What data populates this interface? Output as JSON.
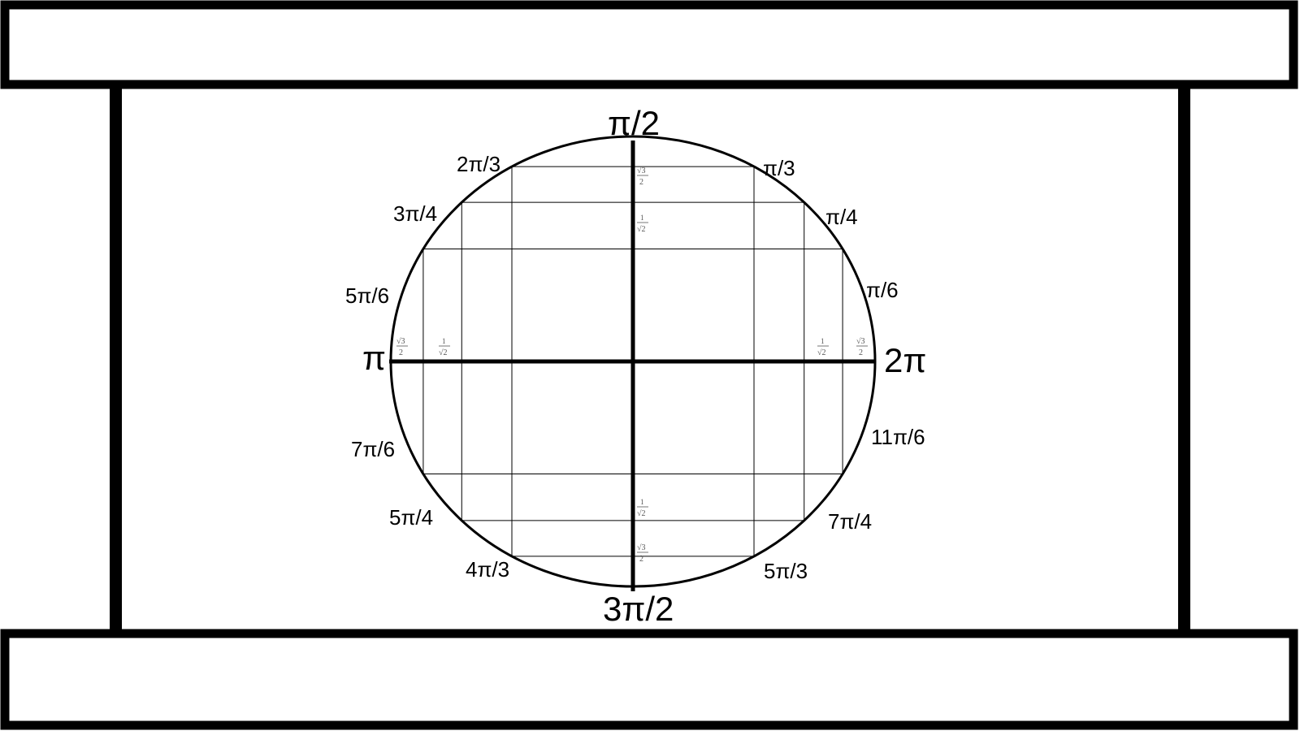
{
  "colors": {
    "background": "#ffffff",
    "frame": "#000000",
    "line": "#000000",
    "fraction": "#555555"
  },
  "frame": {
    "top_panel": "top-frame-panel",
    "bottom_panel": "bottom-frame-panel"
  },
  "unit_circle": {
    "axis_labels": {
      "top": "π/2",
      "bottom": "3π/2",
      "left": "π",
      "right": "2π"
    },
    "angle_labels": [
      {
        "id": "pi-3",
        "text": "π/3"
      },
      {
        "id": "pi-4",
        "text": "π/4"
      },
      {
        "id": "pi-6",
        "text": "π/6"
      },
      {
        "id": "2pi-3",
        "text": "2π/3"
      },
      {
        "id": "3pi-4",
        "text": "3π/4"
      },
      {
        "id": "5pi-6",
        "text": "5π/6"
      },
      {
        "id": "7pi-6",
        "text": "7π/6"
      },
      {
        "id": "5pi-4",
        "text": "5π/4"
      },
      {
        "id": "4pi-3",
        "text": "4π/3"
      },
      {
        "id": "11pi-6",
        "text": "11π/6"
      },
      {
        "id": "7pi-4",
        "text": "7π/4"
      },
      {
        "id": "5pi-3",
        "text": "5π/3"
      }
    ],
    "fractions": {
      "sqrt3_over_2": {
        "numerator": "√3",
        "denominator": "2"
      },
      "one_over_sqrt2": {
        "numerator": "1",
        "denominator": "√2"
      }
    }
  }
}
